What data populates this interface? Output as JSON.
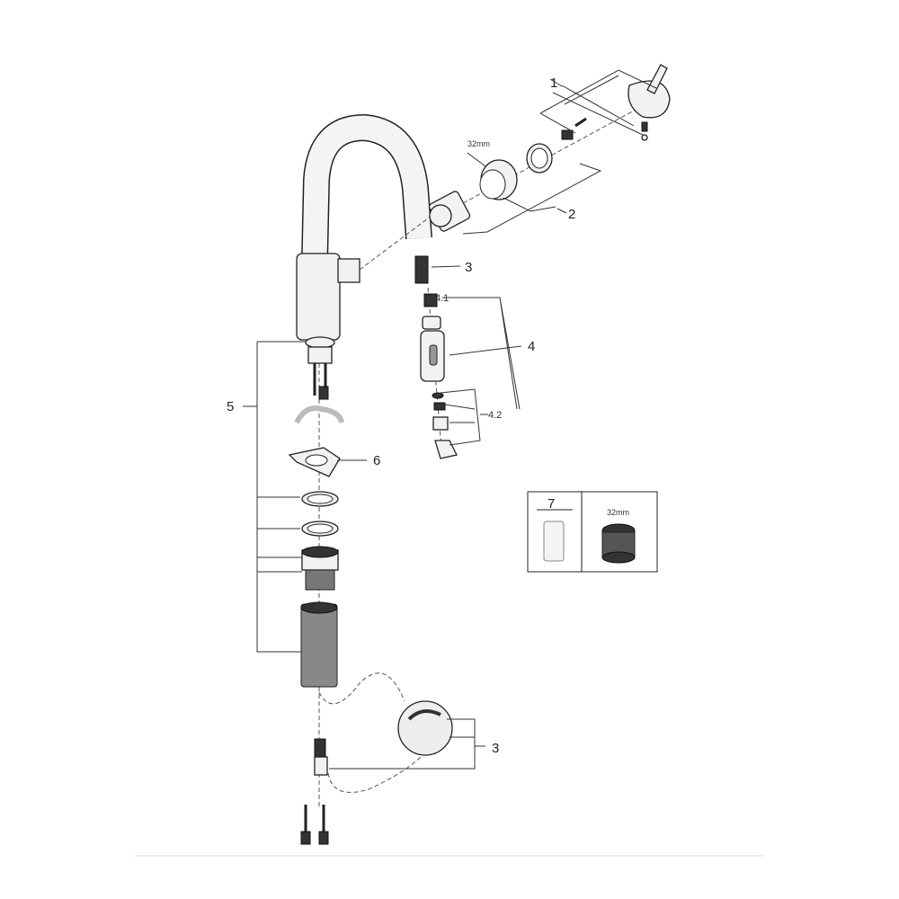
{
  "labels": {
    "part_1": "1",
    "part_2": "2",
    "part_3_top": "3",
    "part_4": "4",
    "part_4_1": "4.1",
    "part_4_2": "4.2",
    "part_5": "5",
    "part_6": "6",
    "part_7": "7",
    "part_3_bottom": "3"
  },
  "dimensions": {
    "nut_size": "32mm",
    "spare_nut_size": "32mm"
  }
}
